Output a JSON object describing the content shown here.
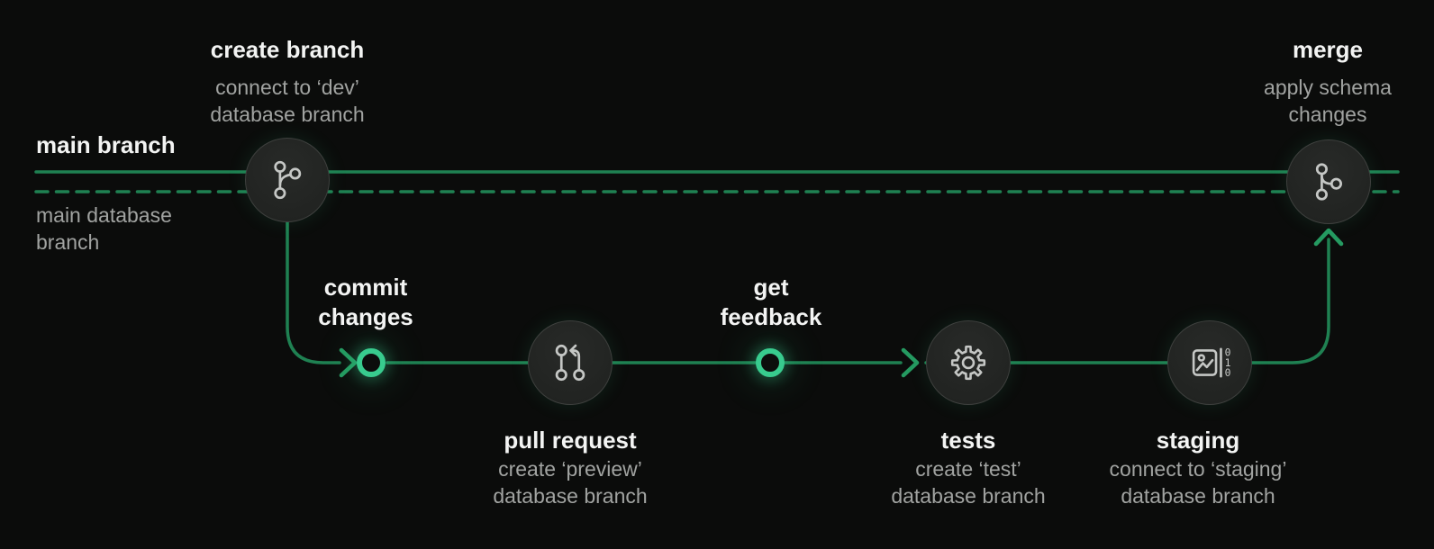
{
  "colors": {
    "background": "#0b0c0b",
    "branch_line_green": "#1f8152",
    "highlight_ring_green": "#38cb8e",
    "node_fill": "#232523",
    "node_border": "#3e403e",
    "icon_stroke": "#c5c7c5",
    "title_text": "#f3f4f3",
    "subtitle_text": "#a1a3a1"
  },
  "lanes": {
    "main_branch_label": "main branch",
    "main_database_branch_label": "main database branch"
  },
  "steps": {
    "create_branch": {
      "title": "create branch",
      "subtitle": "connect to ‘dev’ database branch",
      "icon": "git-branch-icon"
    },
    "commit_changes": {
      "title": "commit changes",
      "icon": "commit-dot"
    },
    "pull_request": {
      "title": "pull request",
      "subtitle": "create ‘preview’ database branch",
      "icon": "git-pull-request-icon"
    },
    "get_feedback": {
      "title": "get feedback",
      "icon": "commit-dot"
    },
    "tests": {
      "title": "tests",
      "subtitle": "create ‘test’ database branch",
      "icon": "gear-icon"
    },
    "staging": {
      "title": "staging",
      "subtitle": "connect to ‘staging’ database branch",
      "icon": "image-data-icon",
      "binary_digits": [
        "0",
        "1",
        "0"
      ]
    },
    "merge": {
      "title": "merge",
      "subtitle": "apply schema changes",
      "icon": "git-merge-icon"
    }
  }
}
